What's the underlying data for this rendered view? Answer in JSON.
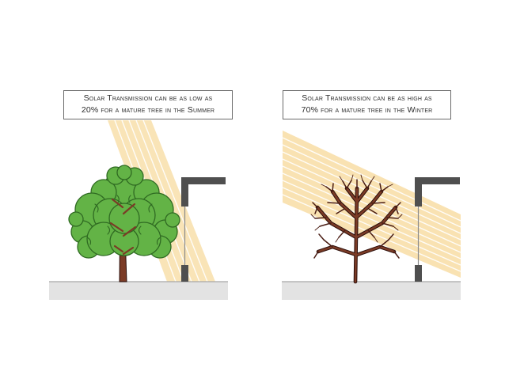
{
  "panels": {
    "summer": {
      "caption_line1": "Solar Transmission can be as low as",
      "caption_line2": "20% for a mature tree in the Summer"
    },
    "winter": {
      "caption_line1": "Solar Transmission can be as high as",
      "caption_line2": "70% for a mature tree in the Winter"
    }
  },
  "colors": {
    "sunlight_band": "#f8dfaa",
    "sunlight_ray": "#ffffff",
    "foliage": "#63b346",
    "foliage_dark": "#2f6a22",
    "trunk": "#7b3b26",
    "branch_outline": "#2a0e0a",
    "wall": "#4f4f4f",
    "ground": "#e3e3e3",
    "caption_border": "#6a6a6a"
  },
  "icons": [
    "deciduous-tree-in-leaf-icon",
    "bare-winter-tree-icon",
    "building-wall-section-icon",
    "window-glass-icon"
  ]
}
